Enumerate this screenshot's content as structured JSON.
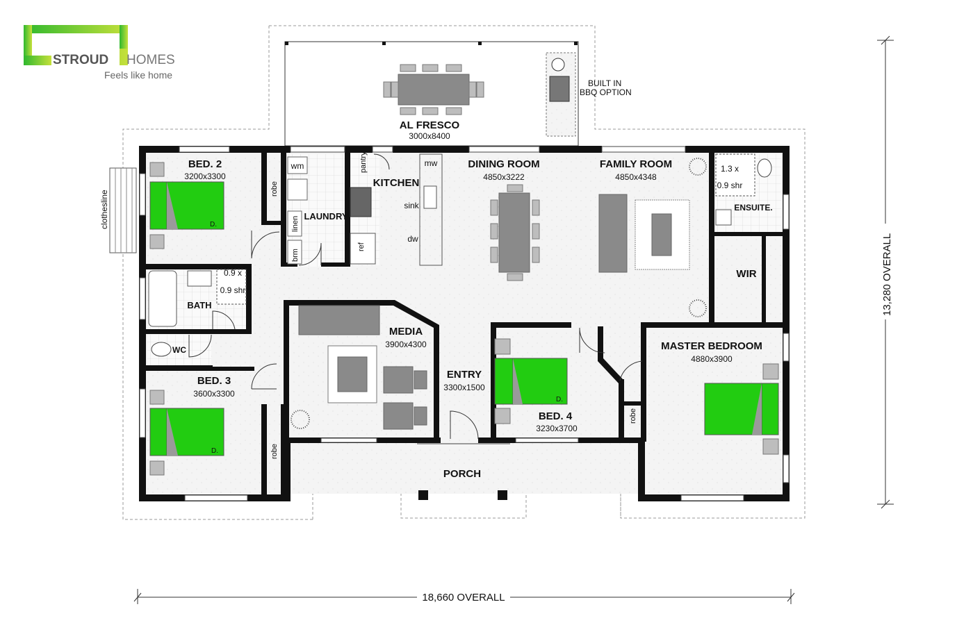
{
  "brand": {
    "name_bold": "STROUD",
    "name_light": "HOMES",
    "tagline": "Feels like home",
    "green": "#22cc11",
    "logo_gradient": [
      "#2eb82e",
      "#c5e03b"
    ]
  },
  "rooms": {
    "alfresco": {
      "name": "AL FRESCO",
      "dim": "3000x8400"
    },
    "bbq": {
      "line1": "BUILT IN",
      "line2": "BBQ OPTION"
    },
    "bed2": {
      "name": "BED. 2",
      "dim": "3200x3300"
    },
    "laundry": {
      "name": "LAUNDRY"
    },
    "kitchen": {
      "name": "KITCHEN"
    },
    "dining": {
      "name": "DINING ROOM",
      "dim": "4850x3222"
    },
    "family": {
      "name": "FAMILY ROOM",
      "dim": "4850x4348"
    },
    "ensuite": {
      "name": "ENSUITE.",
      "shower1": "1.3 x",
      "shower2": "0.9 shr"
    },
    "wir": {
      "name": "WIR"
    },
    "bath": {
      "name": "BATH",
      "shower1": "0.9 x",
      "shower2": "0.9 shr"
    },
    "wc": {
      "name": "WC"
    },
    "media": {
      "name": "MEDIA",
      "dim": "3900x4300"
    },
    "entry": {
      "name": "ENTRY",
      "dim": "3300x1500"
    },
    "bed3": {
      "name": "BED. 3",
      "dim": "3600x3300"
    },
    "bed4": {
      "name": "BED. 4",
      "dim": "3230x3700"
    },
    "master": {
      "name": "MASTER BEDROOM",
      "dim": "4880x3900"
    },
    "porch": {
      "name": "PORCH"
    }
  },
  "fixtures": {
    "wm": "wm",
    "pantry": "pantry",
    "mw": "mw",
    "sink": "sink",
    "dw": "dw",
    "ref": "ref",
    "linen": "linen",
    "brm": "brm",
    "robe": "robe",
    "clothesline": "clothesline",
    "bed_d": "D."
  },
  "dimensions": {
    "overall_width": "18,660 OVERALL",
    "overall_depth": "13,280 OVERALL"
  }
}
